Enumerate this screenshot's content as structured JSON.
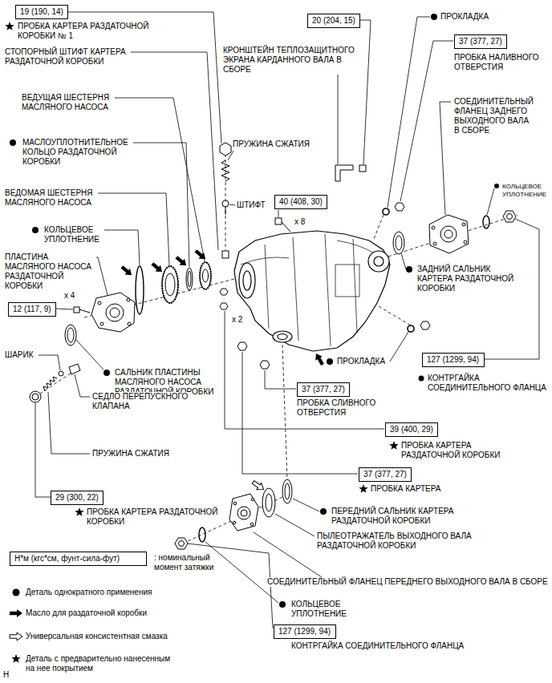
{
  "diagram": {
    "nodes": [
      {
        "text": [
          "19 (190, 14)"
        ]
      },
      {
        "text": [
          "20 (204, 15)"
        ]
      },
      {
        "text": [
          "37 (377, 27)"
        ]
      },
      {
        "text": [
          "40 (408, 30)"
        ]
      },
      {
        "text": [
          "12 (117, 9)"
        ]
      },
      {
        "text": [
          "127 (1299, 94)"
        ]
      },
      {
        "text": [
          "37 (377, 27)"
        ]
      },
      {
        "text": [
          "39 (400, 29)"
        ]
      },
      {
        "text": [
          "37 (377, 27)"
        ]
      },
      {
        "text": [
          "29 (300, 22)"
        ]
      },
      {
        "text": [
          "127 (1299, 94)"
        ]
      },
      {
        "text": [
          "Н*м (кгс*см, фунт-сила-фут)"
        ]
      }
    ],
    "labels": [
      "ПРОБКА КАРТЕРА РАЗДАТОЧНОЙ КОРОБКИ № 1",
      "СТОПОРНЫЙ ШТИФТ КАРТЕРА РАЗДАТОЧНОЙ КОРОБКИ",
      "ВЕДУЩАЯ ШЕСТЕРНЯ МАСЛЯНОГО НАСОСА",
      "МАСЛОУПЛОТНИТЕЛЬНОЕ КОЛЬЦО РАЗДАТОЧНОЙ КОРОБКИ",
      "ВЕДОМАЯ ШЕСТЕРНЯ МАСЛЯНОГО НАСОСА",
      "КОЛЬЦЕВОЕ УПЛОТНЕНИЕ",
      "ПЛАСТИНА МАСЛЯНОГО НАСОСА РАЗДАТОЧНОЙ КОРОБКИ",
      "x 4",
      "ШАРИК",
      "САЛЬНИК ПЛАСТИНЫ МАСЛЯНОГО НАСОСА РАЗДАТОЧНОЙ КОРОБКИ",
      "СЕДЛО ПЕРЕПУСКНОГО КЛАПАНА",
      "ПРУЖИНА СЖАТИЯ",
      "ПРОБКА КАРТЕРА РАЗДАТОЧНОЙ КОРОБКИ",
      "КРОНШТЕЙН ТЕПЛОЗАЩИТНОГО ЭКРАНА КАРДАННОГО ВАЛА В СБОРЕ",
      "ПРУЖИНА СЖАТИЯ",
      "ШТИФТ",
      "x 8",
      "x 2",
      "ПРОКЛАДКА",
      "ПРОБКА НАЛИВНОГО ОТВЕРСТИЯ",
      "СОЕДИНИТЕЛЬНЫЙ ФЛАНЕЦ ЗАДНЕГО ВЫХОДНОГО ВАЛА В СБОРЕ",
      "КОЛЬЦЕВОЕ УПЛОТНЕНИЕ",
      "ЗАДНИЙ САЛЬНИК КАРТЕРА РАЗДАТОЧНОЙ КОРОБКИ",
      "ПРОКЛАДКА",
      "КОНТРГАЙКА СОЕДИНИТЕЛЬНОГО ФЛАНЦА",
      "ПРОБКА СЛИВНОГО ОТВЕРСТИЯ",
      "ПРОБКА КАРТЕРА РАЗДАТОЧНОЙ КОРОБКИ",
      "ПРОБКА КАРТЕРА",
      "ПЕРЕДНИЙ САЛЬНИК КАРТЕРА РАЗДАТОЧНОЙ КОРОБКИ",
      "ПЫЛЕОТРАЖАТЕЛЬ ВЫХОДНОГО ВАЛА РАЗДАТОЧНОЙ КОРОБКИ",
      "СОЕДИНИТЕЛЬНЫЙ ФЛАНЕЦ ПЕРЕДНЕГО ВЫХОДНОГО ВАЛА В СБОРЕ",
      "КОЛЬЦЕВОЕ УПЛОТНЕНИЕ",
      "КОНТРГАЙКА СОЕДИНИТЕЛЬНОГО ФЛАНЦА",
      "H"
    ],
    "legend": [
      {
        "text": ": номинальный момент затяжки"
      },
      {
        "text": "Деталь однократного применения"
      },
      {
        "text": "Масло для раздаточной коробки"
      },
      {
        "text": "Универсальная консистентная смазка"
      },
      {
        "text": "Деталь с предварительно нанесенным на нее покрытием"
      }
    ]
  }
}
